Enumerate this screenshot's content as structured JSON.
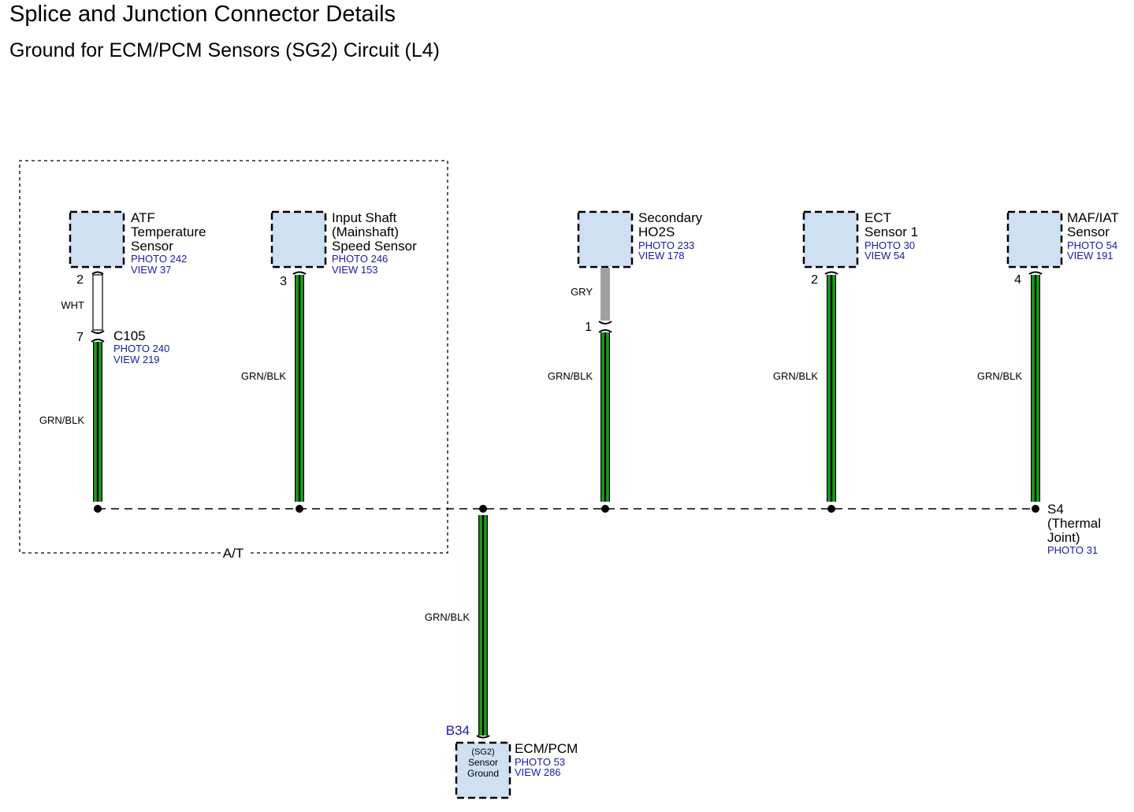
{
  "header": {
    "title": "Splice and Junction Connector Details",
    "subtitle": "Ground for ECM/PCM Sensors (SG2) Circuit (L4)"
  },
  "colors": {
    "connector_fill": "#cfe0f3",
    "wire_green": "#1f9a1f",
    "wire_black": "#000000",
    "wire_gray": "#a0a0a0",
    "reference_text": "#1a1aaa"
  },
  "at_box": {
    "label": "A/T"
  },
  "components": {
    "atf": {
      "name": [
        "ATF",
        "Temperature",
        "Sensor"
      ],
      "photo": "PHOTO 242",
      "view": "VIEW 37",
      "pin": "2",
      "wire": "WHT"
    },
    "c105": {
      "name": "C105",
      "photo": "PHOTO 240",
      "view": "VIEW 219",
      "pin": "7",
      "wire": "GRN/BLK"
    },
    "input_shaft": {
      "name": [
        "Input Shaft",
        "(Mainshaft)",
        "Speed Sensor"
      ],
      "photo": "PHOTO 246",
      "view": "VIEW 153",
      "pin": "3",
      "wire": "GRN/BLK"
    },
    "ho2s": {
      "name": [
        "Secondary",
        "HO2S"
      ],
      "photo": "PHOTO 233",
      "view": "VIEW 178",
      "wire_upper": "GRY",
      "pin": "1",
      "wire": "GRN/BLK"
    },
    "ect": {
      "name": [
        "ECT",
        "Sensor 1"
      ],
      "photo": "PHOTO 30",
      "view": "VIEW 54",
      "pin": "2",
      "wire": "GRN/BLK"
    },
    "maf": {
      "name": [
        "MAF/IAT",
        "Sensor"
      ],
      "photo": "PHOTO 54",
      "view": "VIEW 191",
      "pin": "4",
      "wire": "GRN/BLK"
    }
  },
  "splice": {
    "name": [
      "S4",
      "(Thermal",
      "Joint)"
    ],
    "photo": "PHOTO 31"
  },
  "ecm": {
    "name": "ECM/PCM",
    "photo": "PHOTO 53",
    "view": "VIEW 286",
    "pin": "B34",
    "pin_label": [
      "(SG2)",
      "Sensor",
      "Ground"
    ],
    "wire": "GRN/BLK"
  }
}
